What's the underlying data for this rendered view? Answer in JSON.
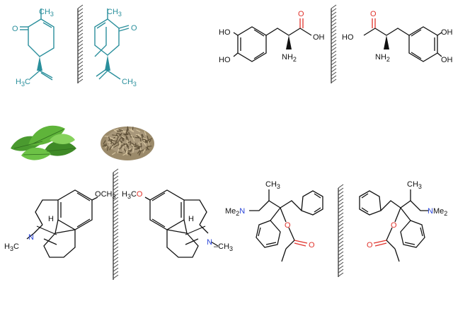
{
  "colors": {
    "carvone": "#2a8f9c",
    "black": "#111111",
    "oxygen": "#e0322b",
    "nitrogen": "#2a45d8",
    "mirror": "#444444"
  },
  "labels": {
    "methyl": "CH",
    "methyl_sub": "3",
    "h3c": "H",
    "h3c_sub": "3",
    "h3c_c": "C",
    "o": "O",
    "oh": "OH",
    "ho": "HO",
    "h": "H",
    "nh": "NH",
    "nh_sub": "2",
    "n": "N",
    "och3_o": "O",
    "och3_ch": "CH",
    "och3_sub": "3",
    "me": "Me",
    "me_sub": "2",
    "nme": "NMe",
    "nme_sub": "2",
    "dash": "–"
  },
  "pictures": {
    "mint": "mint-leaves-picture",
    "seeds": "caraway-seeds-picture"
  }
}
